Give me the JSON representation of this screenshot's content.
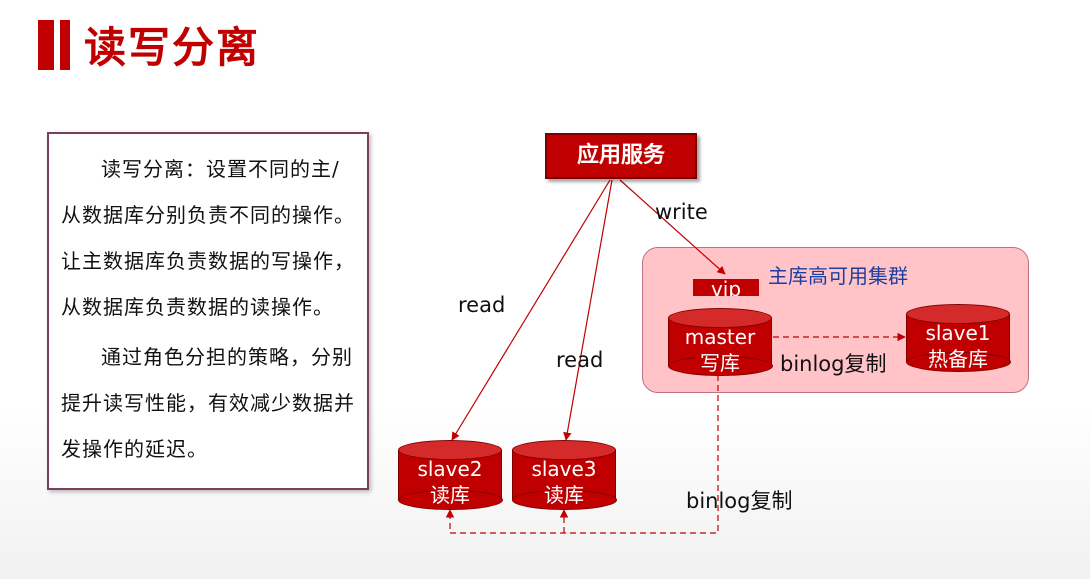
{
  "title": "读写分离",
  "description": {
    "paragraphs": [
      "读写分离：设置不同的主/从数据库分别负责不同的操作。让主数据库负责数据的写操作，从数据库负责数据的读操作。",
      "通过角色分担的策略，分别提升读写性能，有效减少数据并发操作的延迟。"
    ]
  },
  "diagram": {
    "app_service": "应用服务",
    "cluster_label": "主库高可用集群",
    "vip": "vip",
    "master": {
      "line1": "master",
      "line2": "写库"
    },
    "slave1": {
      "line1": "slave1",
      "line2": "热备库"
    },
    "slave2": {
      "line1": "slave2",
      "line2": "读库"
    },
    "slave3": {
      "line1": "slave3",
      "line2": "读库"
    },
    "edge_write": "write",
    "edge_read_1": "read",
    "edge_read_2": "read",
    "edge_binlog_1": "binlog复制",
    "edge_binlog_2": "binlog复制"
  },
  "colors": {
    "accent": "#c00000",
    "cluster_fill": "#ffc3c8",
    "cluster_text": "#1f3fa0"
  }
}
